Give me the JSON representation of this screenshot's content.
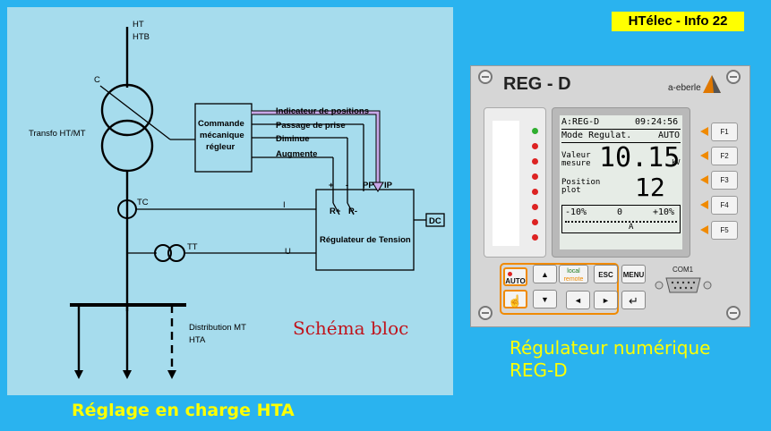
{
  "badge": "HTélec - Info 22",
  "footer_title": "Réglage en charge HTA",
  "diagram": {
    "ht": "HT",
    "htb": "HTB",
    "c": "C",
    "transfo": "Transfo HT/MT",
    "commande": [
      "Commande",
      "mécanique",
      "régleur"
    ],
    "indicateur": "Indicateur de positions",
    "passage": "Passage de prise",
    "diminue": "Diminue",
    "augmente": "Augmente",
    "plus": "+",
    "minus": "-",
    "pp": "PP",
    "ip": "IP",
    "tc": "TC",
    "tt": "TT",
    "i": "I",
    "u": "U",
    "r_plus": "R+",
    "r_minus": "R-",
    "dc": "DC",
    "regulateur": "Régulateur de Tension",
    "distribution": "Distribution MT",
    "hta": "HTA",
    "schema": "Schéma bloc"
  },
  "caption": {
    "line1": "Régulateur numérique",
    "line2": "REG-D"
  },
  "device": {
    "title": "REG - D",
    "brand": "a-eberle",
    "lcd": {
      "line1_left": "A:REG-D",
      "line1_right": "09:24:56",
      "line2_left": "Mode Regulat.",
      "line2_right": "AUTO",
      "valeur_label_1": "Valeur",
      "valeur_label_2": "mesure",
      "valeur": "10.15",
      "unit": "kV",
      "position_label_1": "Position",
      "position_label_2": "plot",
      "position": "12",
      "scale_left": "-10%",
      "scale_mid": "0",
      "scale_right": "+10%",
      "scale_marker": "A"
    },
    "fkeys": [
      "F1",
      "F2",
      "F3",
      "F4",
      "F5"
    ],
    "keys": {
      "auto": "AUTO",
      "up": "▲",
      "down": "▼",
      "local": "local",
      "remote": "remote",
      "esc": "ESC",
      "menu": "MENU",
      "left": "◄",
      "right": "►",
      "enter": "↵",
      "hand": "☝"
    },
    "com1": "COM1"
  },
  "colors": {
    "background": "#2ab3ef",
    "panel": "#a6dced",
    "highlight": "#ffff00",
    "schema_text": "#c0141c",
    "lcd_arrows": "#f08a00"
  }
}
